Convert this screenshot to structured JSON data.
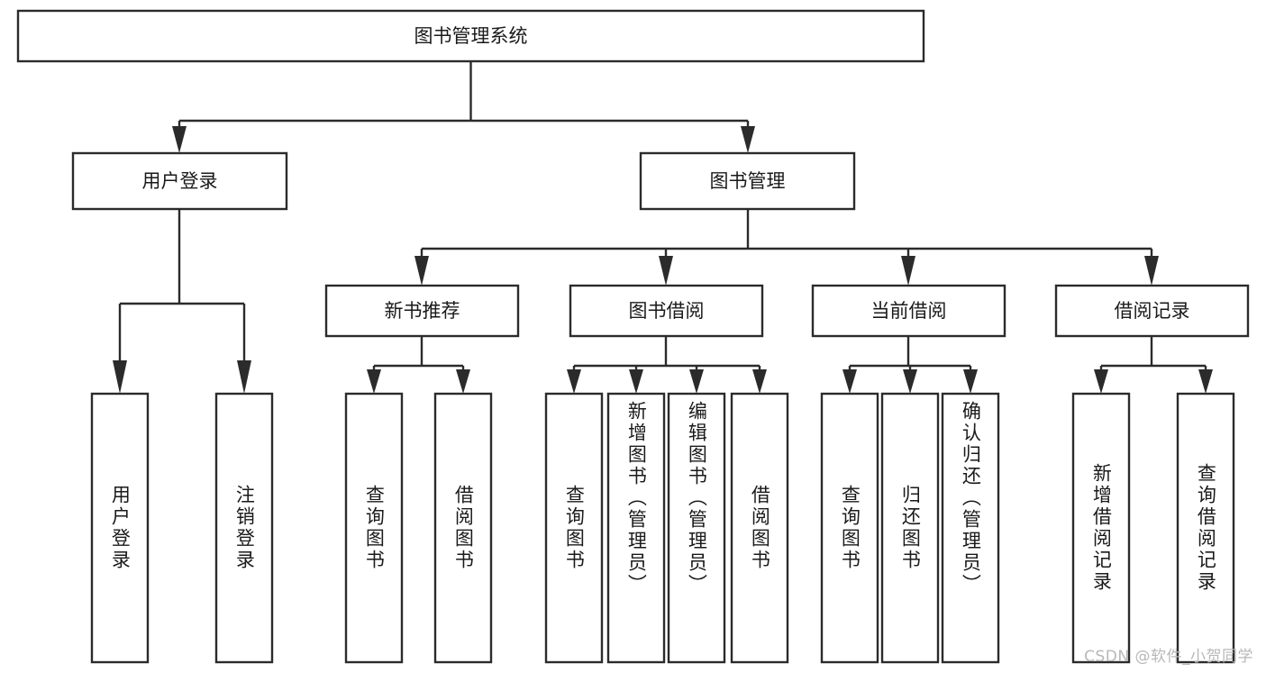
{
  "diagram": {
    "title": "图书管理系统",
    "type": "hierarchy-tree",
    "orientation": "top-down",
    "colors": {
      "box_stroke": "#2b2b2b",
      "box_fill": "#ffffff",
      "text": "#1a1a1a",
      "connector": "#2b2b2b",
      "watermark": "#b8b8b8",
      "background": "#ffffff"
    },
    "root": {
      "label": "图书管理系统",
      "orientation": "horizontal"
    },
    "level2": [
      {
        "id": "user-login",
        "label": "用户登录",
        "orientation": "horizontal"
      },
      {
        "id": "book-manage",
        "label": "图书管理",
        "orientation": "horizontal"
      }
    ],
    "level3": [
      {
        "id": "new-book-recommend",
        "label": "新书推荐",
        "orientation": "horizontal",
        "parent": "book-manage"
      },
      {
        "id": "book-borrow",
        "label": "图书借阅",
        "orientation": "horizontal",
        "parent": "book-manage"
      },
      {
        "id": "current-borrow",
        "label": "当前借阅",
        "orientation": "horizontal",
        "parent": "book-manage"
      },
      {
        "id": "borrow-record",
        "label": "借阅记录",
        "orientation": "horizontal",
        "parent": "book-manage"
      }
    ],
    "leaves": [
      {
        "id": "leaf-user-login",
        "label": "用户登录",
        "orientation": "vertical",
        "parent": "user-login"
      },
      {
        "id": "leaf-user-logout",
        "label": "注销登录",
        "orientation": "vertical",
        "parent": "user-login"
      },
      {
        "id": "leaf-query-book-1",
        "label": "查询图书",
        "orientation": "vertical",
        "parent": "new-book-recommend"
      },
      {
        "id": "leaf-borrow-book-1",
        "label": "借阅图书",
        "orientation": "vertical",
        "parent": "new-book-recommend"
      },
      {
        "id": "leaf-query-book-2",
        "label": "查询图书",
        "orientation": "vertical",
        "parent": "book-borrow"
      },
      {
        "id": "leaf-add-book",
        "label": "新增图书（管理员）",
        "orientation": "vertical",
        "parent": "book-borrow"
      },
      {
        "id": "leaf-edit-book",
        "label": "编辑图书（管理员）",
        "orientation": "vertical",
        "parent": "book-borrow"
      },
      {
        "id": "leaf-borrow-book-2",
        "label": "借阅图书",
        "orientation": "vertical",
        "parent": "book-borrow"
      },
      {
        "id": "leaf-query-book-3",
        "label": "查询图书",
        "orientation": "vertical",
        "parent": "current-borrow"
      },
      {
        "id": "leaf-return-book",
        "label": "归还图书",
        "orientation": "vertical",
        "parent": "current-borrow"
      },
      {
        "id": "leaf-confirm-return",
        "label": "确认归还（管理员）",
        "orientation": "vertical",
        "parent": "current-borrow"
      },
      {
        "id": "leaf-add-record",
        "label": "新增借阅记录",
        "orientation": "vertical",
        "parent": "borrow-record"
      },
      {
        "id": "leaf-query-record",
        "label": "查询借阅记录",
        "orientation": "vertical",
        "parent": "borrow-record"
      }
    ]
  },
  "watermark": {
    "text": "CSDN @软件_小贺同学"
  }
}
